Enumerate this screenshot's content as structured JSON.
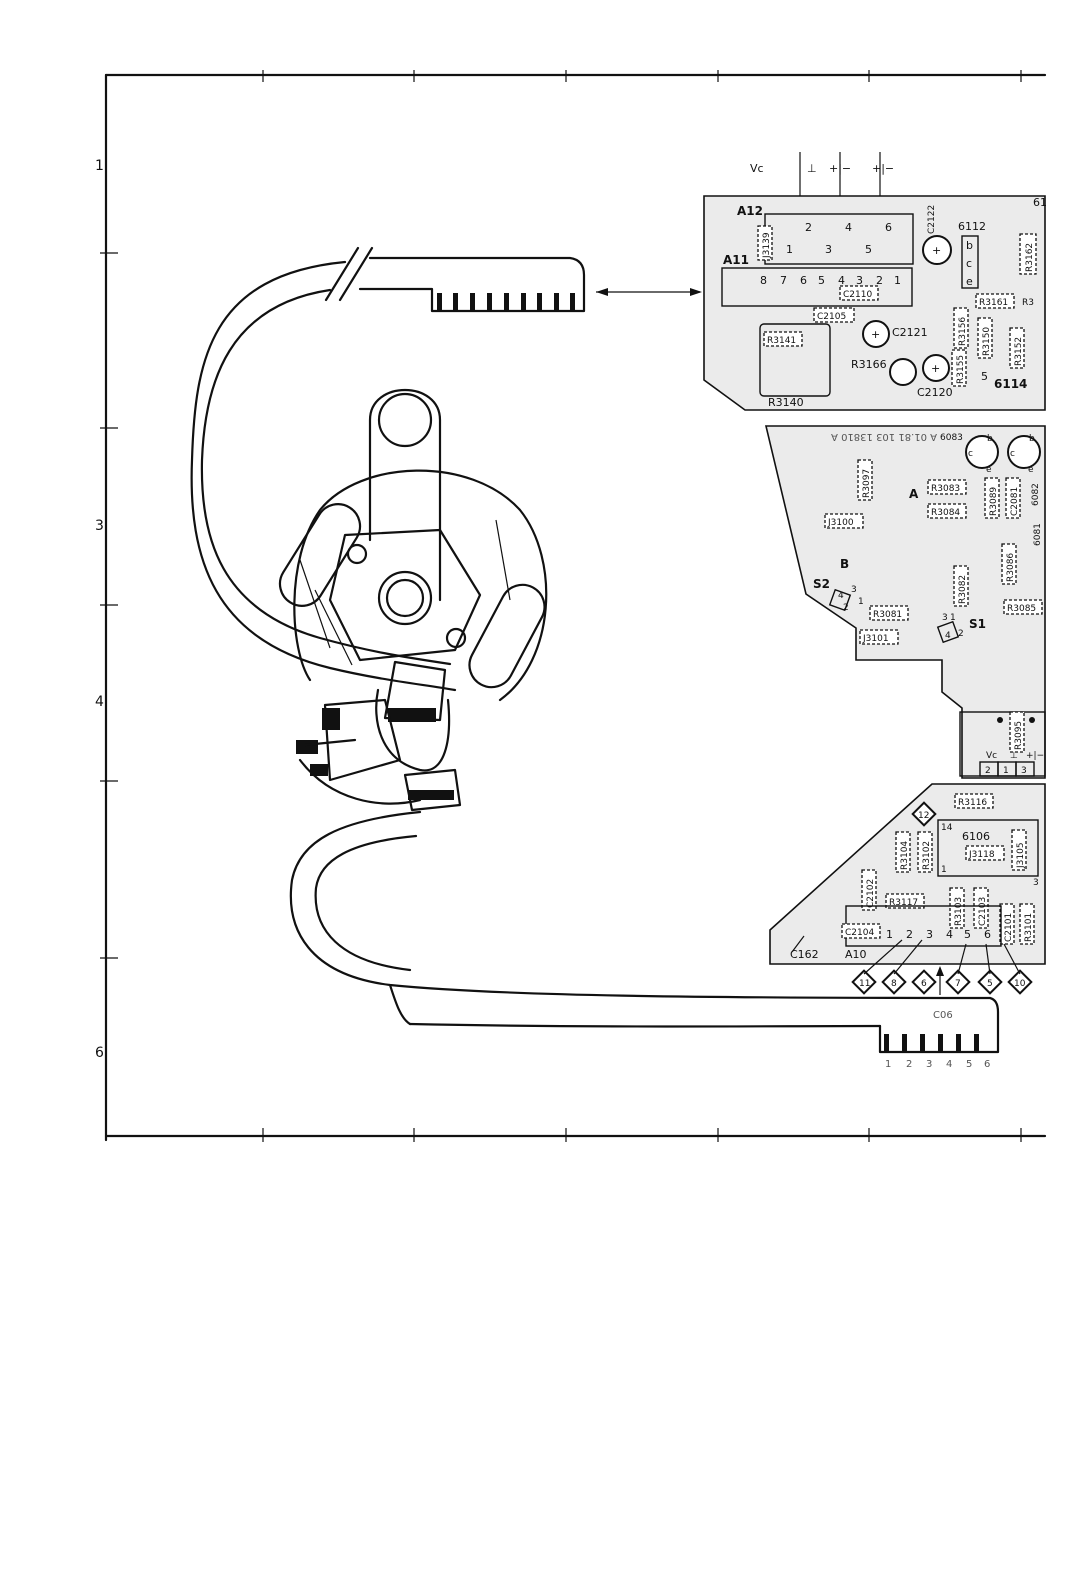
{
  "grid": {
    "rows": [
      "1",
      "3",
      "4",
      "6"
    ]
  },
  "connector_top": {
    "power_labels": [
      "Vc",
      "⊥",
      "+|−",
      "+|−"
    ]
  },
  "board_top": {
    "connector_a12": {
      "name": "A12",
      "pins": [
        "2",
        "4",
        "6",
        "1",
        "3",
        "5"
      ]
    },
    "connector_a11": {
      "name": "A11",
      "pins": [
        "8",
        "7",
        "6",
        "5",
        "4",
        "3",
        "2",
        "1"
      ]
    },
    "components": [
      "J3139",
      "C2122",
      "6112",
      "R3162",
      "C2110",
      "R3161",
      "R3",
      "C2105",
      "R3141",
      "C2121",
      "R3156",
      "R3150",
      "R3152",
      "R3166",
      "R3155",
      "C2120",
      "6114",
      "R3140"
    ],
    "transistor_pins": [
      "b",
      "c",
      "e"
    ],
    "misc": [
      "61",
      "5",
      "+",
      "+",
      "+"
    ]
  },
  "board_middle": {
    "components": [
      "6083",
      "R3097",
      "R3083",
      "R3089",
      "C2081",
      "R3084",
      "J3100",
      "R3086",
      "6081",
      "6082",
      "R3082",
      "R3085",
      "R3081",
      "J3101"
    ],
    "section_labels": [
      "A",
      "B"
    ],
    "switches": [
      "S2",
      "S1"
    ],
    "switch_pins": [
      "3",
      "1",
      "4",
      "2",
      "3",
      "2",
      "1",
      "4"
    ],
    "transistor_pins": [
      "b",
      "c",
      "e",
      "b",
      "c",
      "e"
    ],
    "connector_component": "R3095",
    "connector_pins": [
      "2",
      "1",
      "3"
    ],
    "connector_mini": [
      "Vc",
      "⊥",
      "+|−"
    ],
    "mirror_text": "A 01.81 103 13810 A"
  },
  "board_bottom": {
    "components": [
      "R3116",
      "6106",
      "R3104",
      "R3102",
      "J3118",
      "J3105",
      "C2102",
      "R3117",
      "R3103",
      "C2103",
      "C2101",
      "R3101",
      "C2104",
      "C162",
      "A10"
    ],
    "ic_pins": [
      "14",
      "1"
    ],
    "connector_pins": [
      "1",
      "2",
      "3",
      "4",
      "5",
      "6"
    ],
    "diamonds": [
      "12",
      "11",
      "8",
      "6",
      "7",
      "5",
      "10"
    ],
    "misc": [
      "3"
    ]
  },
  "flex_bottom": {
    "label": "C06",
    "pins": [
      "1",
      "2",
      "3",
      "4",
      "5",
      "6"
    ]
  }
}
